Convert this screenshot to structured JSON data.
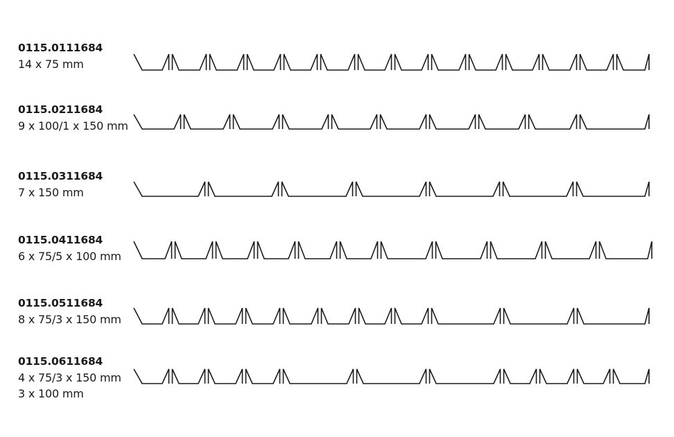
{
  "profiles": [
    {
      "code": "0115.0111684",
      "dims": [
        "14 x 75 mm"
      ]
    },
    {
      "code": "0115.0211684",
      "dims": [
        "9 x 100/1 x 150 mm"
      ]
    },
    {
      "code": "0115.0311684",
      "dims": [
        "7 x 150 mm"
      ]
    },
    {
      "code": "0115.0411684",
      "dims": [
        "6 x 75/5 x 100 mm"
      ]
    },
    {
      "code": "0115.0511684",
      "dims": [
        "8 x 75/3 x 150 mm"
      ]
    },
    {
      "code": "0115.0611684",
      "dims": [
        "4 x 75/3 x 150 mm",
        "3 x 100 mm"
      ]
    }
  ]
}
